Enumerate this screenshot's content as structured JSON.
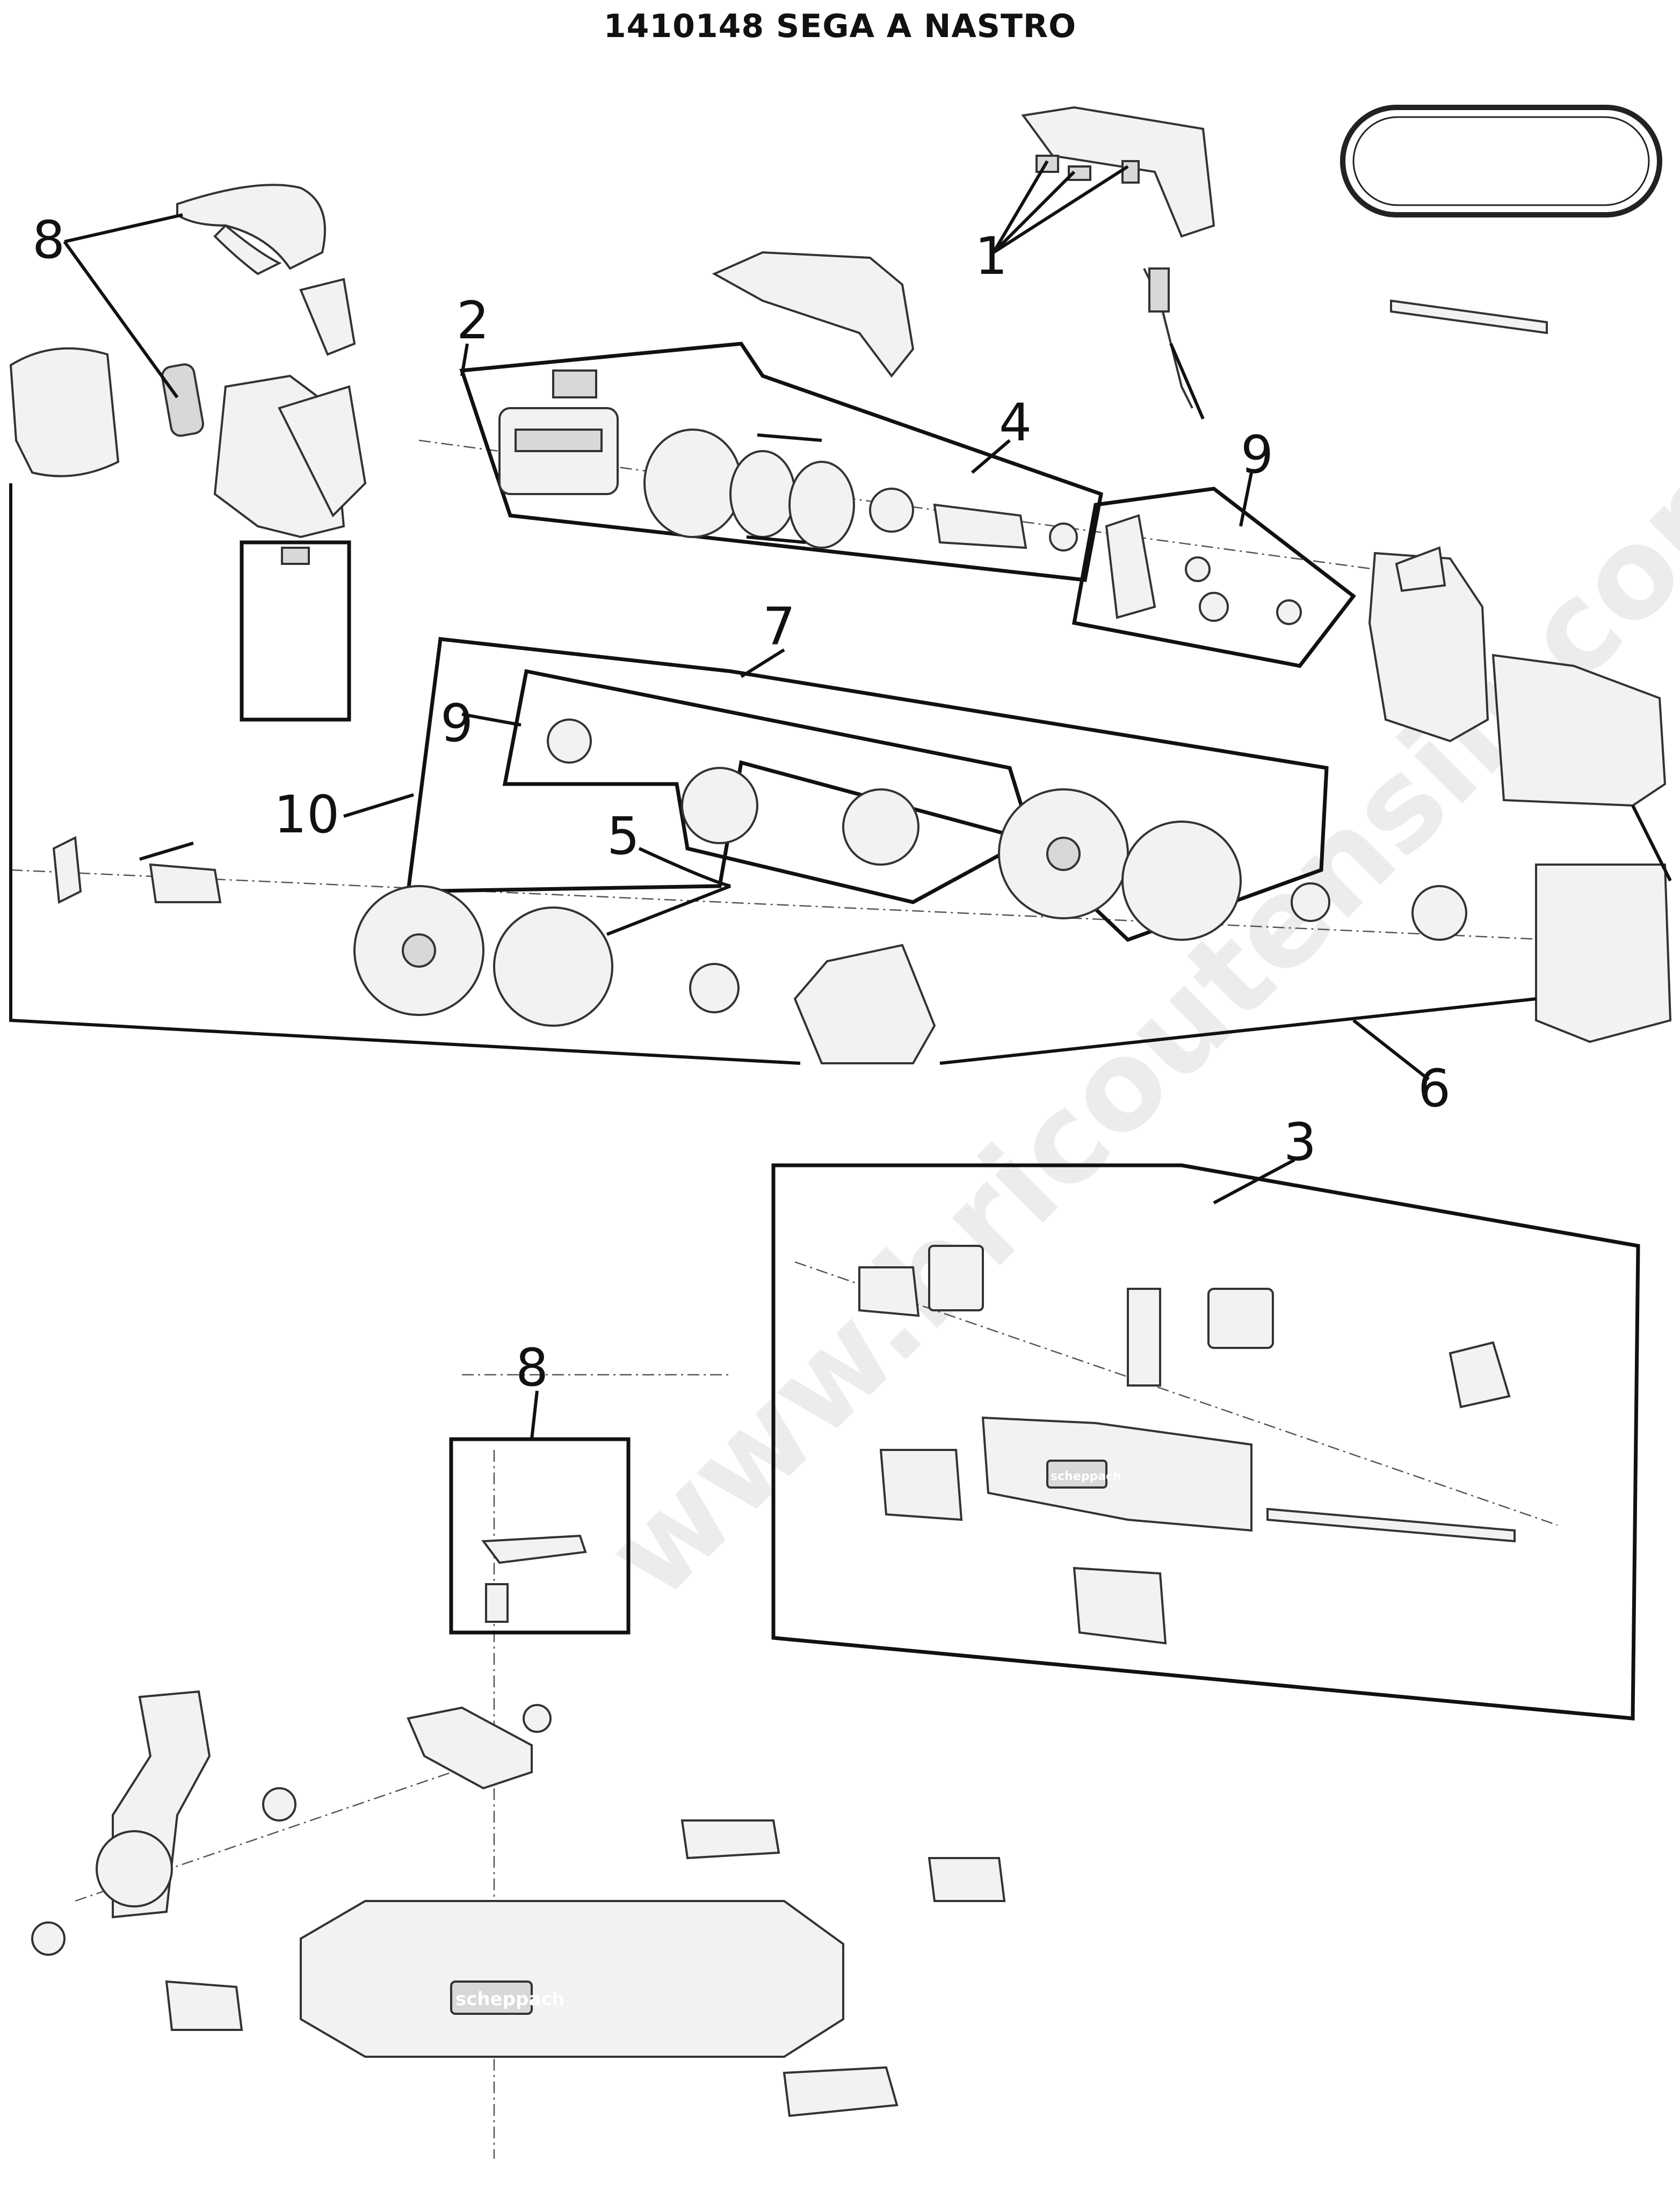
{
  "title": "1410148 SEGA A NASTRO",
  "watermark": "www.bricoutensili.com",
  "brand": "scheppach",
  "callouts": [
    "1",
    "2",
    "3",
    "4",
    "5",
    "6",
    "7",
    "8",
    "8",
    "9",
    "9",
    "10"
  ],
  "colors": {
    "line": "#111111",
    "fill": "#f2f2f2"
  }
}
